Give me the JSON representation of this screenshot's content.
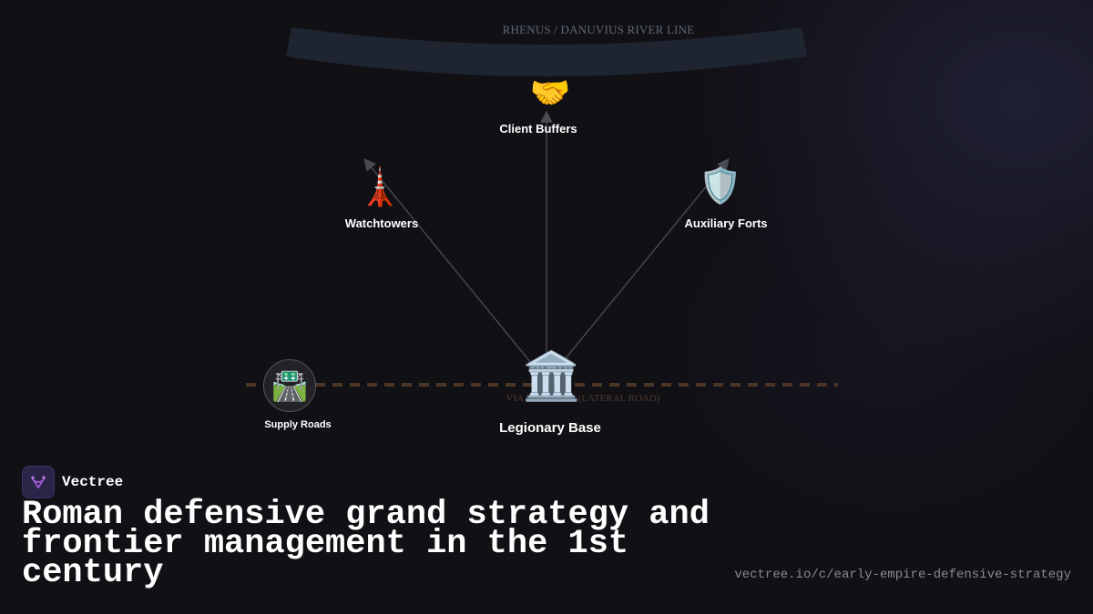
{
  "river": {
    "label": "RHENUS / DANUVIUS RIVER LINE",
    "color": "#1e2530"
  },
  "road": {
    "label": "VIA MILITARIS (LATERAL ROAD)",
    "color": "#4a3526"
  },
  "nodes": {
    "legionary_base": {
      "icon": "🏛️",
      "icon_name": "classical-building-icon",
      "label": "Legionary Base"
    },
    "client_buffers": {
      "icon": "🤝",
      "icon_name": "handshake-icon",
      "label": "Client Buffers"
    },
    "watchtowers": {
      "icon": "🗼",
      "icon_name": "tower-icon",
      "label": "Watchtowers"
    },
    "auxiliary_forts": {
      "icon": "🛡️",
      "icon_name": "shield-icon",
      "label": "Auxiliary Forts"
    },
    "supply_roads": {
      "icon": "🛣️",
      "icon_name": "motorway-icon",
      "label": "Supply Roads"
    }
  },
  "brand": {
    "name": "Vectree",
    "logo_color": "#a05ad6"
  },
  "title": "Roman defensive grand strategy and frontier management in the 1st century",
  "url": "vectree.io/c/early-empire-defensive-strategy"
}
